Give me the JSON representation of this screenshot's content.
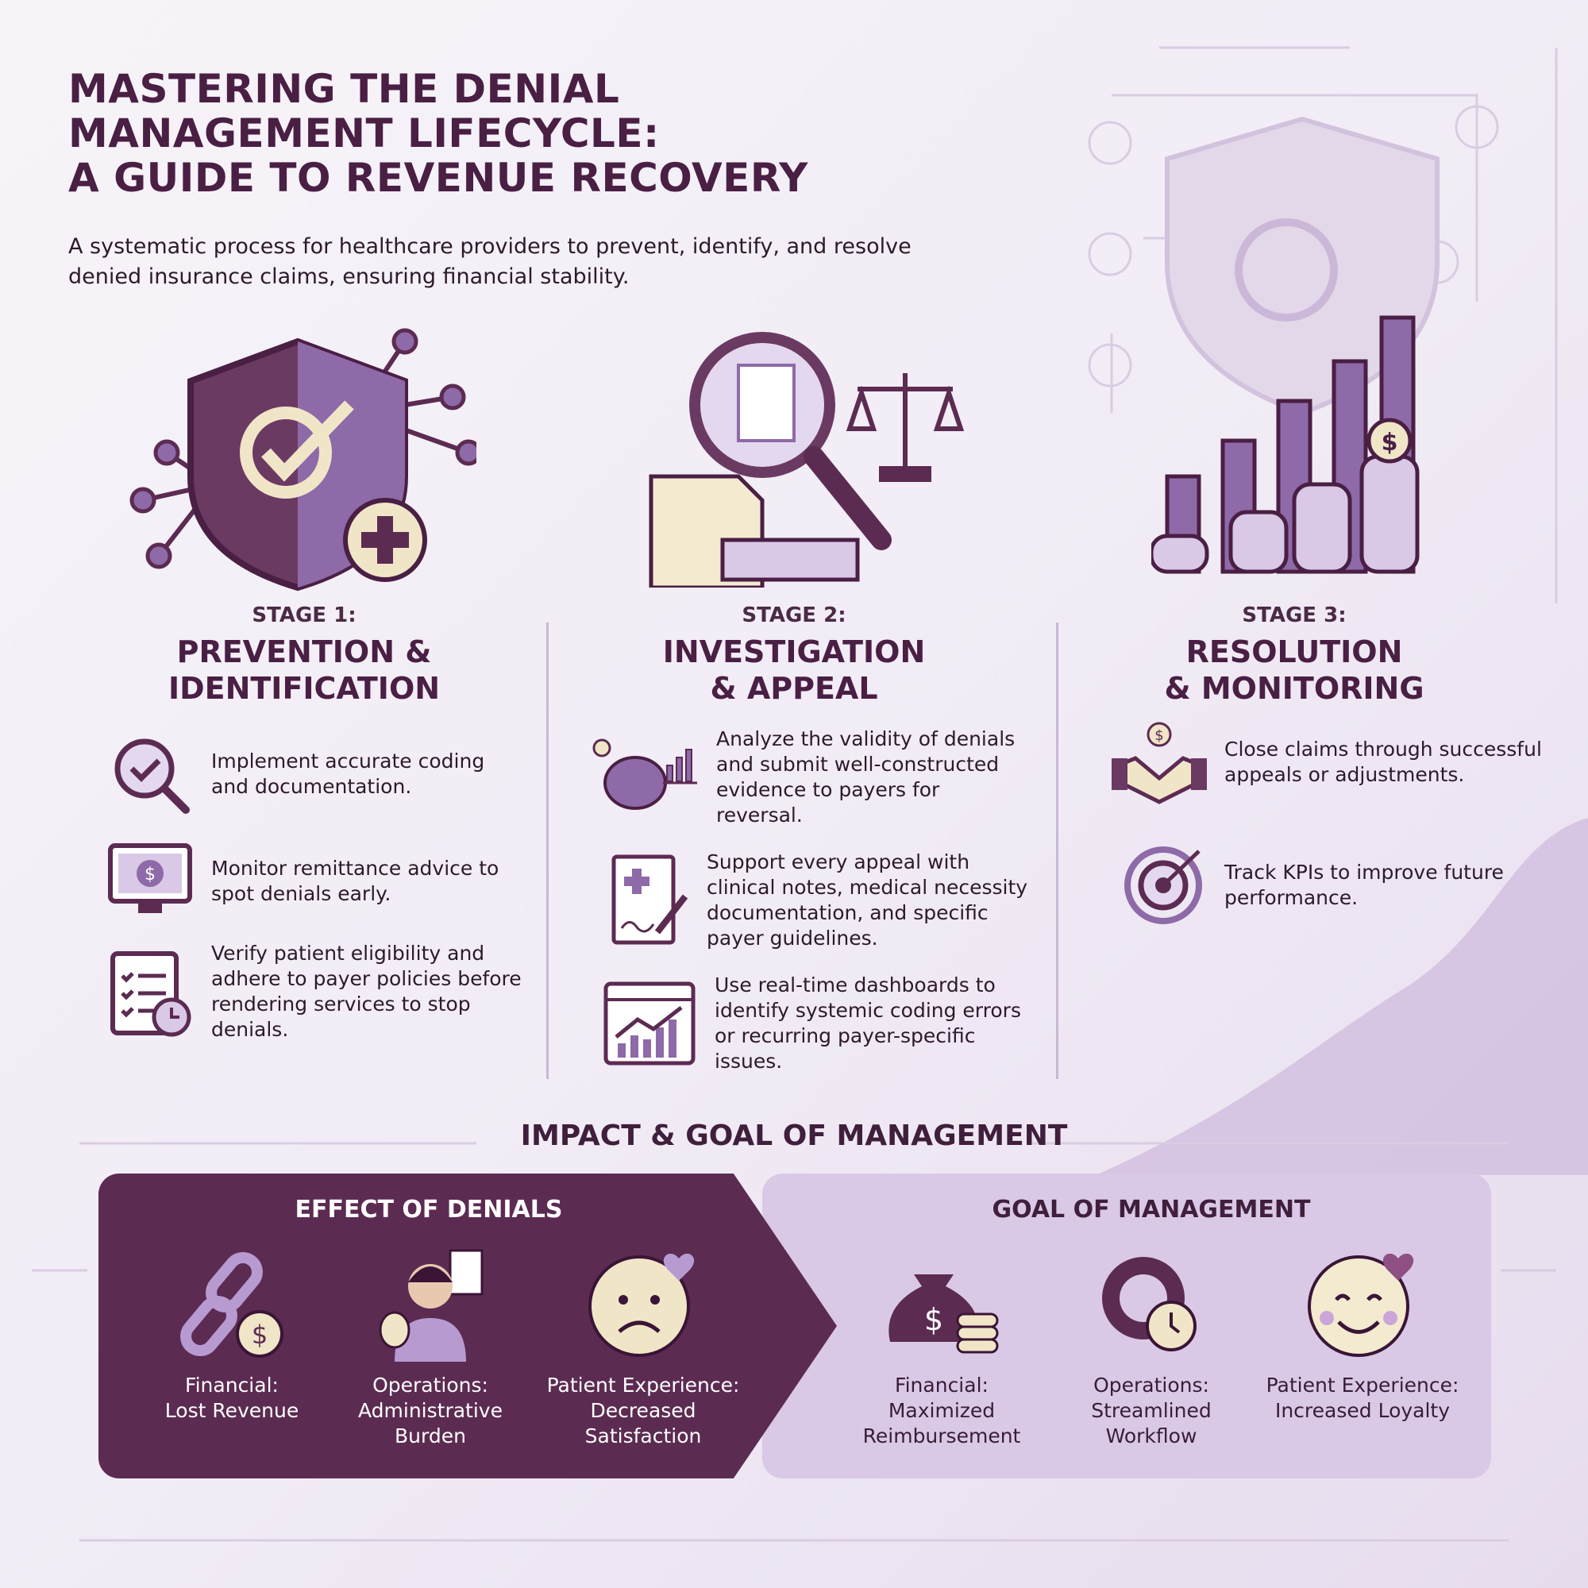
{
  "header": {
    "title_lines": [
      "MASTERING THE DENIAL",
      "MANAGEMENT LIFECYCLE:",
      "A GUIDE TO REVENUE RECOVERY"
    ],
    "subtitle": "A systematic process for healthcare providers to prevent, identify, and resolve denied insurance claims, ensuring financial stability."
  },
  "stages": [
    {
      "num": "STAGE 1:",
      "title_lines": [
        "PREVENTION &",
        "IDENTIFICATION"
      ],
      "bullets": [
        "Implement accurate coding and documentation.",
        "Monitor remittance advice to spot denials early.",
        "Verify patient eligibility and adhere to payer policies before rendering services to stop denials."
      ]
    },
    {
      "num": "STAGE 2:",
      "title_lines": [
        "INVESTIGATION",
        "& APPEAL"
      ],
      "bullets": [
        "Analyze the validity of denials and submit well-constructed evidence to payers for reversal.",
        "Support every appeal with clinical notes, medical necessity documentation, and specific payer guidelines.",
        "Use real-time dashboards to identify systemic coding errors or recurring payer-specific issues."
      ]
    },
    {
      "num": "STAGE 3:",
      "title_lines": [
        "RESOLUTION",
        "& MONITORING"
      ],
      "bullets": [
        "Close claims through successful appeals or adjustments.",
        "Track KPIs to improve future performance."
      ]
    }
  ],
  "impact": {
    "title": "IMPACT & GOAL OF MANAGEMENT",
    "effect": {
      "heading": "EFFECT OF DENIALS",
      "items": [
        [
          "Financial:",
          "Lost Revenue"
        ],
        [
          "Operations:",
          "Administrative Burden"
        ],
        [
          "Patient Experience:",
          "Decreased Satisfaction"
        ]
      ]
    },
    "goal": {
      "heading": "GOAL OF MANAGEMENT",
      "items": [
        [
          "Financial:",
          "Maximized Reimbursement"
        ],
        [
          "Operations:",
          "Streamlined Workflow"
        ],
        [
          "Patient Experience:",
          "Increased Loyalty"
        ]
      ]
    }
  },
  "colors": {
    "dark": "#5c2b52",
    "light": "#d9c9e6",
    "accent": "#8e6aa8"
  }
}
